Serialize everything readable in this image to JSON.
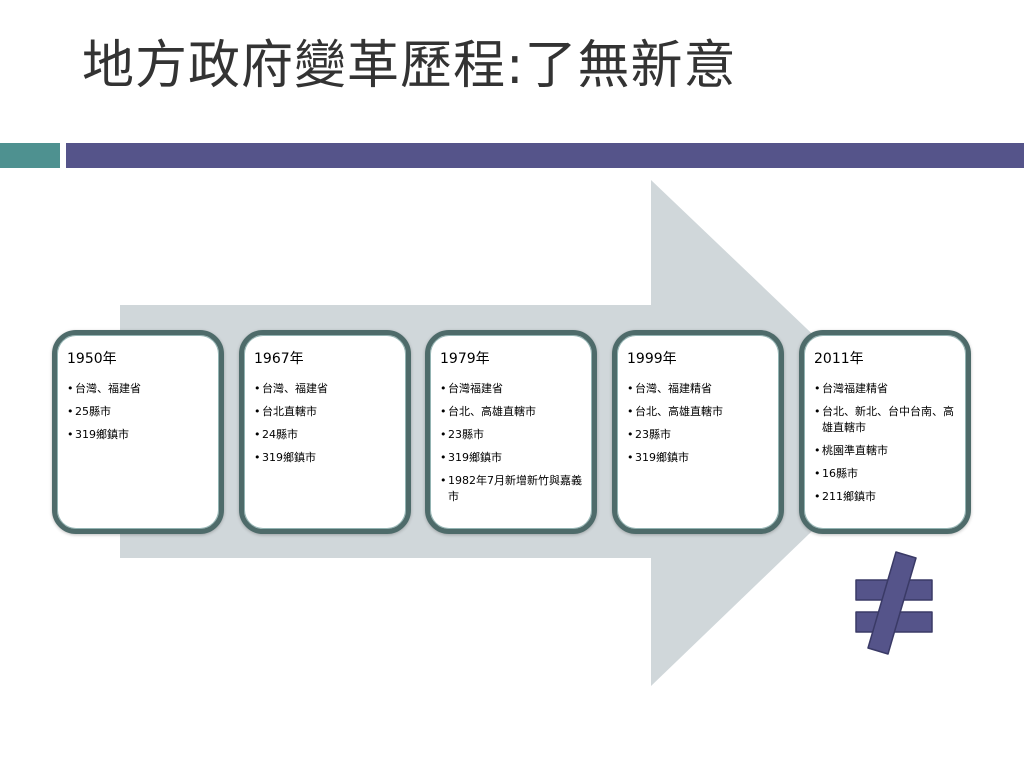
{
  "title": "地方政府變革歷程:了無新意",
  "colors": {
    "accent_teal": "#4e9190",
    "accent_indigo": "#55548a",
    "arrow_fill": "#d0d7da",
    "card_border": "#4e6b6a",
    "neq_fill": "#55548a"
  },
  "cards": [
    {
      "year": "1950年",
      "items": [
        "台灣、福建省",
        "25縣市",
        "319鄉鎮市"
      ]
    },
    {
      "year": "1967年",
      "items": [
        "台灣、福建省",
        "台北直轄市",
        "24縣市",
        "319鄉鎮市"
      ]
    },
    {
      "year": "1979年",
      "items": [
        "台灣福建省",
        "台北、高雄直轄市",
        "23縣市",
        "319鄉鎮市",
        "1982年7月新增新竹與嘉義市"
      ]
    },
    {
      "year": "1999年",
      "items": [
        "台灣、福建精省",
        "台北、高雄直轄市",
        "23縣市",
        "319鄉鎮市"
      ]
    },
    {
      "year": "2011年",
      "items": [
        "台灣福建精省",
        "台北、新北、台中台南、高雄直轄市",
        "桃園準直轄市",
        "16縣市",
        "211鄉鎮市"
      ]
    }
  ],
  "neq_icon": "not-equal-icon"
}
